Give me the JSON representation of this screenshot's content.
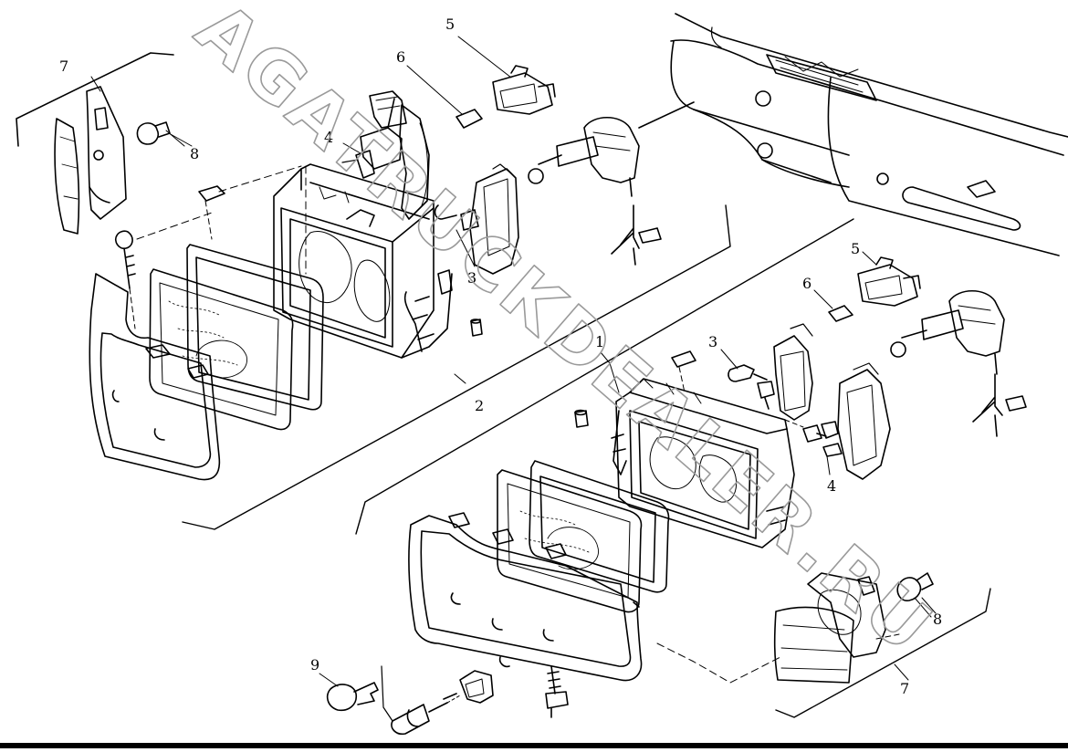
{
  "watermark": "AGATRUCKDEALER.RU",
  "callouts": {
    "c1": "1",
    "c2": "2",
    "c3a": "3",
    "c3b": "3",
    "c4a": "4",
    "c4b": "4",
    "c5a": "5",
    "c5b": "5",
    "c6a": "6",
    "c6b": "6",
    "c7a": "7",
    "c7b": "7",
    "c8a": "8",
    "c8b": "8",
    "c9": "9"
  },
  "colors": {
    "line": "#000000",
    "watermark": "#9a9a9a",
    "background": "#ffffff"
  }
}
